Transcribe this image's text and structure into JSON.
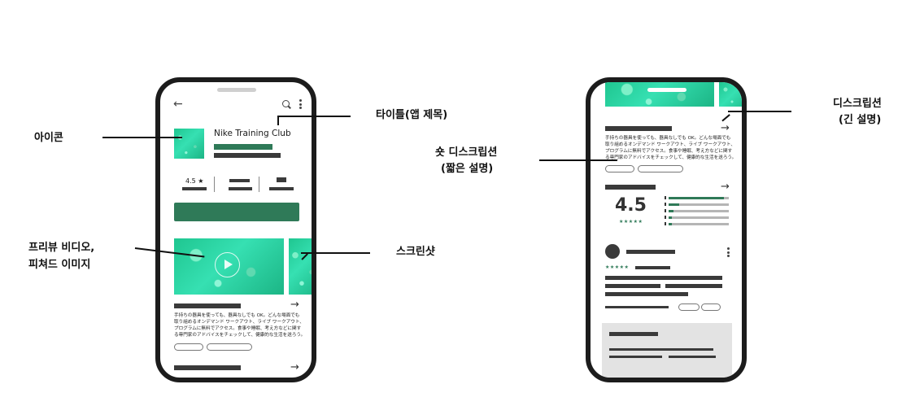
{
  "phone_left": {
    "app_title": "Nike Training Club",
    "rating": "4.5",
    "rating_star": "★",
    "back_icon": "←",
    "description_jp": [
      "手持ちの器具を使っても、器具なしでも OK。どんな場面でも",
      "取り組めるオンデマンド ワークアウト、ライブ ワークアウト、",
      "プログラムに無料でアクセス。食事や睡眠、考え方などに関す",
      "る専門家のアドバイスをチェックして、健康的な生活を送ろう。"
    ]
  },
  "phone_right": {
    "description_jp": [
      "手持ちの器具を使っても、器具なしでも OK。どんな場面でも",
      "取り組めるオンデマンド ワークアウト、ライブ ワークアウト、",
      "プログラムに無料でアクセス。食事や睡眠、考え方などに関す",
      "る専門家のアドバイスをチェックして、健康的な生活を送ろう。"
    ],
    "rating_big": "4.5",
    "rating_stars": "★★★★★",
    "review_stars": "★★★★★",
    "histogram": [
      0.92,
      0.18,
      0.08,
      0.05,
      0.06
    ]
  },
  "callouts": {
    "icon": "아이콘",
    "title": "타이틀(앱 제목)",
    "preview_line1": "프리뷰 비디오,",
    "preview_line2": "피쳐드 이미지",
    "screenshot": "스크린샷",
    "short_desc_line1": "숏 디스크립션",
    "short_desc_line2": "(짧은 설명)",
    "long_desc_line1": "디스크립션",
    "long_desc_line2": "(긴 설명)"
  },
  "colors": {
    "accent_green": "#2f7a58",
    "phone_border": "#1c1c1c"
  }
}
